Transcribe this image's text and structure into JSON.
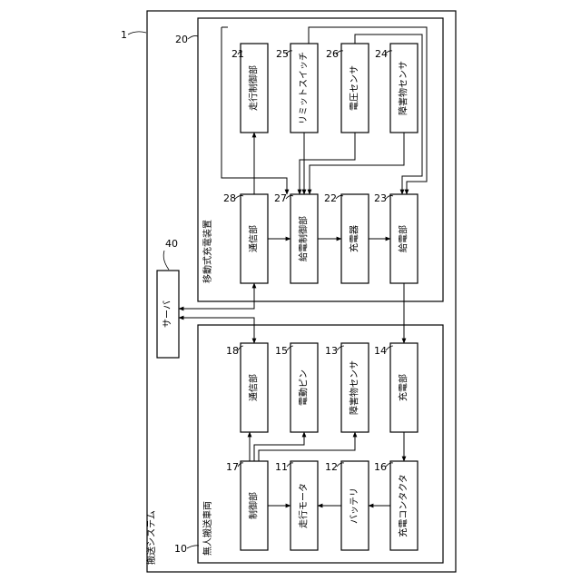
{
  "system": {
    "ref": "1",
    "label": "搬送システム"
  },
  "server": {
    "ref": "40",
    "label": "サーバ"
  },
  "charger_device": {
    "ref": "20",
    "label": "移動式充電装置",
    "blocks": {
      "travel_control": {
        "ref": "21",
        "label": "走行制御部"
      },
      "limit_switch": {
        "ref": "25",
        "label": "リミットスイッチ"
      },
      "voltage_sensor": {
        "ref": "26",
        "label": "電圧センサ"
      },
      "obstacle_sensor": {
        "ref": "24",
        "label": "障害物センサ"
      },
      "communication": {
        "ref": "28",
        "label": "通信部"
      },
      "power_control": {
        "ref": "27",
        "label": "給電制御部"
      },
      "charger": {
        "ref": "22",
        "label": "充電器"
      },
      "power_supply": {
        "ref": "23",
        "label": "給電部"
      }
    }
  },
  "vehicle": {
    "ref": "10",
    "label": "無人搬送車両",
    "blocks": {
      "communication": {
        "ref": "18",
        "label": "通信部"
      },
      "electrode_pin": {
        "ref": "15",
        "label": "電動ピン"
      },
      "obstacle_sensor": {
        "ref": "13",
        "label": "障害物センサ"
      },
      "charging_unit": {
        "ref": "14",
        "label": "充電部"
      },
      "control": {
        "ref": "17",
        "label": "制御部"
      },
      "travel_motor": {
        "ref": "11",
        "label": "走行モータ"
      },
      "battery": {
        "ref": "12",
        "label": "バッテリ"
      },
      "charging_contactor": {
        "ref": "16",
        "label": "充電コンタクタ"
      }
    }
  }
}
